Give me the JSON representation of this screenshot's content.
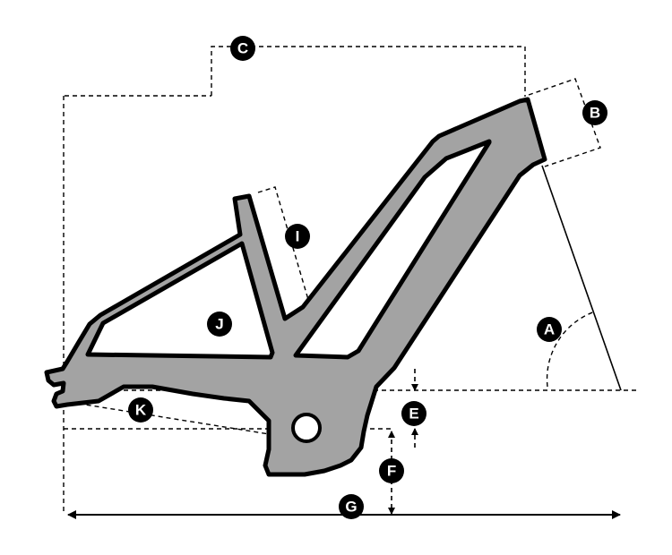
{
  "labels": {
    "A": "A",
    "B": "B",
    "C": "C",
    "E": "E",
    "F": "F",
    "G": "G",
    "I": "I",
    "J": "J",
    "K": "K"
  },
  "colors": {
    "frame_fill": "#a3a3a3",
    "outline": "#000000",
    "badge": "#000000",
    "badge_text": "#ffffff",
    "background": "#ffffff"
  }
}
